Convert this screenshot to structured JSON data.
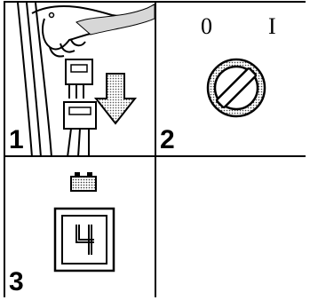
{
  "panels": [
    {
      "step": "1"
    },
    {
      "step": "2",
      "switch_off_label": "0",
      "switch_on_label": "I"
    },
    {
      "step": "3",
      "display_digit": "4"
    },
    {}
  ],
  "icons": {
    "panel1": [
      "hand-icon",
      "connector-plug-icon",
      "down-arrow-icon"
    ],
    "panel2": [
      "key-switch-icon"
    ],
    "panel3": [
      "battery-icon",
      "digital-display-icon"
    ]
  }
}
